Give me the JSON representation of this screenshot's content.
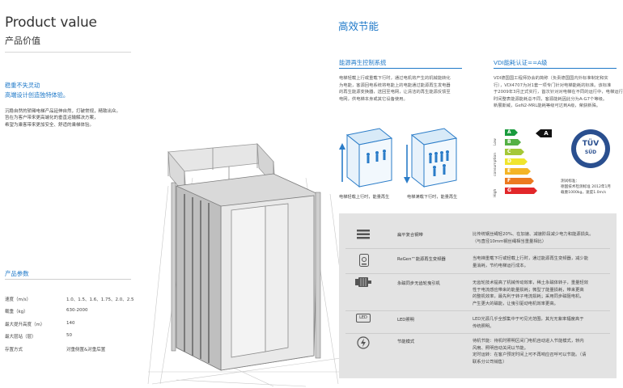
{
  "left": {
    "title": "Product value",
    "subtitle": "产品价值",
    "headline1": "稳重不失灵动",
    "headline2": "高端设计创造独特体验。",
    "body": [
      "沉稳自然的轿厢电梯产品延伸自然，打破常规，精致出众。",
      "旨在为客户带来更高端化的垂直运输解决方案，",
      "希望为乘客带来更加安全、舒适的乘梯体验。"
    ],
    "params_title": "产品参数",
    "params": [
      {
        "key": "速度（m/s）",
        "value": "1.0、1.5、1.6、1.75、2.0、2.5"
      },
      {
        "key": "载重（kg）",
        "value": "630-2000"
      },
      {
        "key": "最大提升高度（m）",
        "value": "140"
      },
      {
        "key": "最大层站（层）",
        "value": "50"
      },
      {
        "key": "存置方式",
        "value": "对重侧置&对重后置"
      }
    ]
  },
  "right": {
    "title": "高效节能",
    "regen_title": "能源再生控制系统",
    "regen_text": [
      "电梯轻载上行或重载下行时，通过电机将产生的机械能转化",
      "为电能，客源回电系统将电能上的电能通过能源再生发电器",
      "的再生能源变换器，送回至电网，让清洁的再生能源反馈至",
      "电网，供电梯本身或其它设备使用。"
    ],
    "cap1": "电梯轻载上行时，能量再生",
    "cap2": "电梯满载下行时，能量再生",
    "vdi_title": "VDI能耗认证==A级",
    "vdi_text": [
      "VDI德国国工程师协会的简称（负责德国国内外标准制定和实",
      "行），VDI4707为对1套一项专门针对电梯能耗的标准。该标准",
      "于2009年3月正式实行，首次针对对电梯在不同的运行中，电梯运行待机",
      "时间整表能源能耗总不同，客源能耗因此分为A-G7个等级。",
      "新展斯威，GeN2-MRL能耗等级可达到A级，荣获新殊。"
    ],
    "energy_classes": [
      "A",
      "B",
      "C",
      "D",
      "E",
      "F",
      "G"
    ],
    "energy_class_colors": [
      "#1a9b3d",
      "#54b044",
      "#a5c837",
      "#f0e52d",
      "#f4b526",
      "#ec7a20",
      "#e2272a"
    ],
    "rated_class": "A",
    "axis_top": "Low",
    "axis_mid": "consumption",
    "axis_bottom": "High",
    "tuv_top": "TÜV",
    "tuv_bottom": "SÜD",
    "chart_note_title": "测试标准：",
    "chart_note_lines": [
      "测试标准：",
      "德国技术检测标准 2012年1月",
      "载重1000kg，速度1.0m/s"
    ],
    "features": [
      {
        "icon": "belt-icon",
        "name": "扁平复合钢带",
        "desc": [
          "比传统钢丝绳轻20%、在加速、减速阶段减少电力和能源损失。",
          "（与直径10mm钢丝绳相当重量相比）"
        ]
      },
      {
        "icon": "regen-drive-icon",
        "name": "ReGen™能源再生变频器",
        "desc": [
          "当电梯重载下行或轻载上行时，通过能源再生变频器，减少能",
          "量消耗，节约电梯运行成本。"
        ]
      },
      {
        "icon": "motor-icon",
        "name": "永磁同步无齿轮曳引机",
        "desc": [
          "无齿轮技术提高了机械传动效率，稀土永磁体转子，重量轻效",
          "性于电流感应带来的能量损耗；微型了能量损耗，带来更高",
          "的整机效率，最先利于转子电流损耗；采用同步磁阻电机，",
          "产生更大的磁能，让曳引驱动电机效率更高。"
        ]
      },
      {
        "icon": "led-icon",
        "name": "LED照明",
        "desc": [
          "LED光源几乎全部集中于可见光范围，其光无紫率辐度高于",
          "传统照明。"
        ]
      },
      {
        "icon": "power-save-icon",
        "name": "节能模式",
        "desc": [
          "待机节能：待机时照明区间门电机自动进入节能模式，轿内",
          "风扇、照明自动关闭以节能。",
          "定时运转：在客户预定时间上可不再响应召呼可以节能。（请",
          "联系分公司销售）"
        ]
      }
    ],
    "led_label": "LED"
  },
  "colors": {
    "accent": "#1e78c8",
    "panel": "#e3e3e3"
  }
}
